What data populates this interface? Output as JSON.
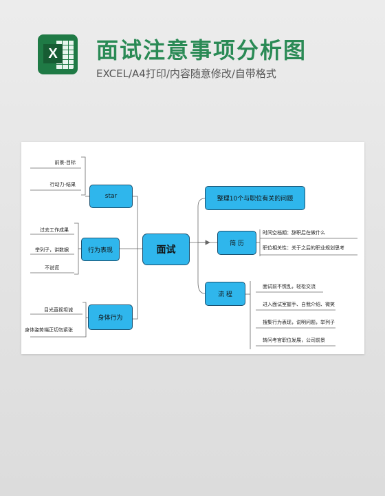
{
  "header": {
    "title": "面试注意事项分析图",
    "subtitle": "EXCEL/A4打印/内容随意修改/自带格式",
    "logo_letter": "X"
  },
  "mindmap": {
    "center": "面试",
    "left": {
      "star": {
        "label": "star",
        "items": [
          "前景-目标",
          "行动力-结果"
        ]
      },
      "behavior": {
        "label": "行为表现",
        "items": [
          "过去工作成果",
          "举列子，讲数据",
          "不说谎"
        ]
      },
      "body": {
        "label": "身体行为",
        "items": [
          "目光直视坦诚",
          "身体姿势端正切勿紧张"
        ]
      }
    },
    "right": {
      "questions": {
        "label": "整理10个与职位有关的问题"
      },
      "resume": {
        "label": "简 历",
        "items": [
          "时间空档期：辞职后在做什么",
          "职位相关性：关于之后的职业规划思考"
        ]
      },
      "process": {
        "label": "流 程",
        "items": [
          "面试前不慌乱，轻松交流",
          "进入面试室握手、自我介绍、微笑",
          "搜集行为表现，说明问题，举列子",
          "转问考官职位发展，公司前景"
        ]
      }
    }
  },
  "colors": {
    "node_fill": "#2fb6ec",
    "node_border": "#1a4f6e",
    "brand_green": "#2a8a55"
  }
}
